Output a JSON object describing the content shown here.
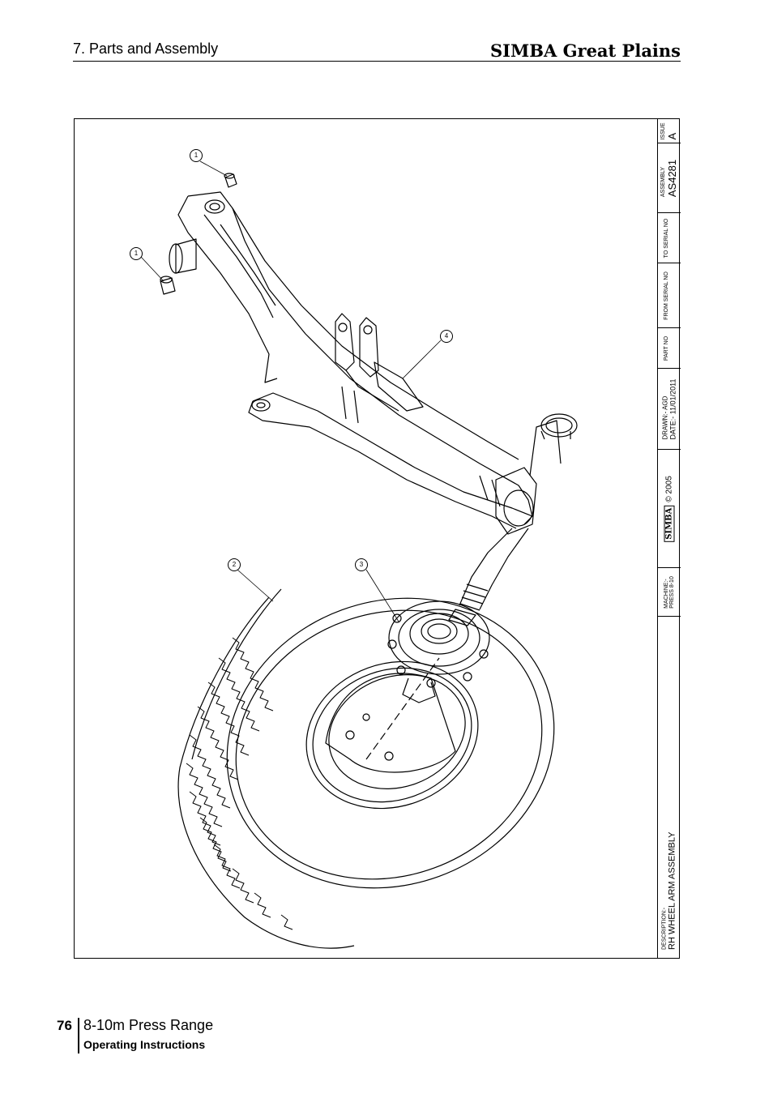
{
  "header": {
    "section_title": "7. Parts and Assembly",
    "brand": "SIMBA Great Plains"
  },
  "drawing": {
    "callouts": [
      "1",
      "1",
      "2",
      "3",
      "4"
    ]
  },
  "title_block": {
    "issue_label": "ISSUE",
    "issue_value": "A",
    "assembly_label": "ASSEMBLY",
    "assembly_value": "AS4281",
    "to_serial_label": "TO SERIAL NO",
    "from_serial_label": "FROM SERIAL NO",
    "part_no_label": "PART NO",
    "drawn_label": "DRAWN:- AGD",
    "date_label": "DATE:- 11/01/2011",
    "logo_text": "SIMBA",
    "copyright": "© 2005",
    "machine_label": "MACHINE:-",
    "machine_value": "PRESS 8-10",
    "description_label": "DESCRIPTION:-",
    "description_value": "RH WHEEL ARM ASSEMBLY"
  },
  "footer": {
    "page_number": "76",
    "title": "8-10m Press Range",
    "subtitle": "Operating Instructions"
  }
}
